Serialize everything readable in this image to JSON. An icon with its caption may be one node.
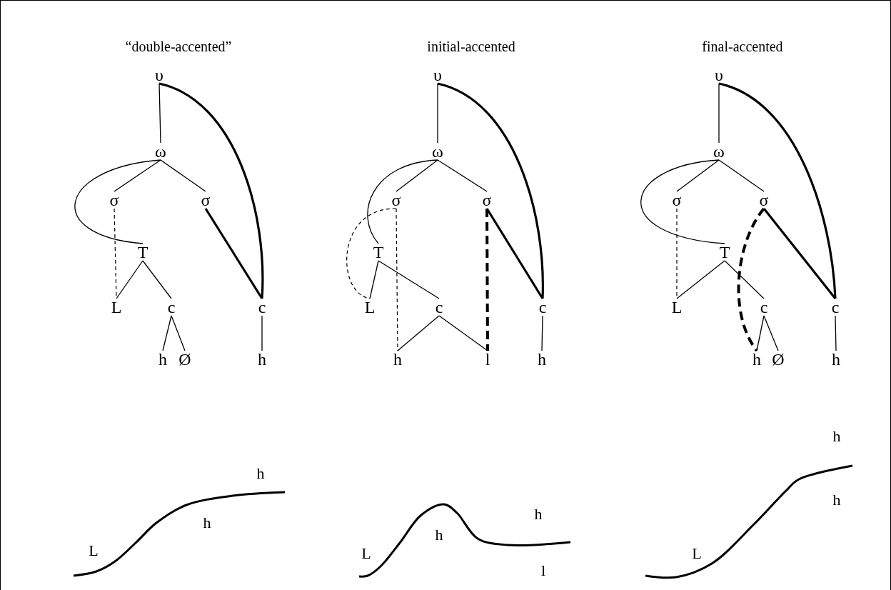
{
  "diagram": {
    "nodes": [
      {
        "text": [
          "υ"
        ]
      },
      {
        "text": [
          "ω"
        ]
      },
      {
        "text": [
          "σ"
        ]
      },
      {
        "text": [
          "σ"
        ]
      },
      {
        "text": [
          "T"
        ]
      },
      {
        "text": [
          "L"
        ]
      },
      {
        "text": [
          "c"
        ]
      },
      {
        "text": [
          "c"
        ]
      },
      {
        "text": [
          "h"
        ]
      },
      {
        "text": [
          "Ø"
        ]
      },
      {
        "text": [
          "h"
        ]
      },
      {
        "text": [
          "υ"
        ]
      },
      {
        "text": [
          "ω"
        ]
      },
      {
        "text": [
          "σ"
        ]
      },
      {
        "text": [
          "σ"
        ]
      },
      {
        "text": [
          "T"
        ]
      },
      {
        "text": [
          "L"
        ]
      },
      {
        "text": [
          "c"
        ]
      },
      {
        "text": [
          "c"
        ]
      },
      {
        "text": [
          "h"
        ]
      },
      {
        "text": [
          "l"
        ]
      },
      {
        "text": [
          "h"
        ]
      },
      {
        "text": [
          "υ"
        ]
      },
      {
        "text": [
          "ω"
        ]
      },
      {
        "text": [
          "σ"
        ]
      },
      {
        "text": [
          "σ"
        ]
      },
      {
        "text": [
          "T"
        ]
      },
      {
        "text": [
          "L"
        ]
      },
      {
        "text": [
          "c"
        ]
      },
      {
        "text": [
          "c"
        ]
      },
      {
        "text": [
          "h"
        ]
      },
      {
        "text": [
          "Ø"
        ]
      },
      {
        "text": [
          "h"
        ]
      }
    ],
    "edges": [
      {
        "from": 0,
        "to": 1,
        "arrow": "none"
      },
      {
        "from": 0,
        "to": 7,
        "arrow": "none",
        "style": "thick"
      },
      {
        "from": 1,
        "to": 2,
        "arrow": "none"
      },
      {
        "from": 1,
        "to": 3,
        "arrow": "none"
      },
      {
        "from": 1,
        "to": 4,
        "arrow": "none"
      },
      {
        "from": 2,
        "to": 5,
        "arrow": "none",
        "style": "dashed"
      },
      {
        "from": 4,
        "to": 5,
        "arrow": "none"
      },
      {
        "from": 4,
        "to": 6,
        "arrow": "none"
      },
      {
        "from": 3,
        "to": 7,
        "arrow": "none",
        "style": "thick"
      },
      {
        "from": 6,
        "to": 8,
        "arrow": "none"
      },
      {
        "from": 6,
        "to": 9,
        "arrow": "none"
      },
      {
        "from": 7,
        "to": 10,
        "arrow": "none"
      },
      {
        "from": 11,
        "to": 12,
        "arrow": "none"
      },
      {
        "from": 11,
        "to": 18,
        "arrow": "none",
        "style": "thick"
      },
      {
        "from": 12,
        "to": 13,
        "arrow": "none"
      },
      {
        "from": 12,
        "to": 14,
        "arrow": "none"
      },
      {
        "from": 12,
        "to": 15,
        "arrow": "none"
      },
      {
        "from": 13,
        "to": 16,
        "arrow": "none",
        "style": "dashed"
      },
      {
        "from": 13,
        "to": 19,
        "arrow": "none",
        "style": "dashed"
      },
      {
        "from": 15,
        "to": 16,
        "arrow": "none"
      },
      {
        "from": 15,
        "to": 17,
        "arrow": "none"
      },
      {
        "from": 14,
        "to": 20,
        "arrow": "none",
        "style": "dashed"
      },
      {
        "from": 14,
        "to": 18,
        "arrow": "none",
        "style": "thick"
      },
      {
        "from": 17,
        "to": 19,
        "arrow": "none"
      },
      {
        "from": 17,
        "to": 20,
        "arrow": "none"
      },
      {
        "from": 18,
        "to": 21,
        "arrow": "none"
      },
      {
        "from": 22,
        "to": 23,
        "arrow": "none"
      },
      {
        "from": 22,
        "to": 29,
        "arrow": "none",
        "style": "thick"
      },
      {
        "from": 23,
        "to": 24,
        "arrow": "none"
      },
      {
        "from": 23,
        "to": 25,
        "arrow": "none"
      },
      {
        "from": 23,
        "to": 26,
        "arrow": "none"
      },
      {
        "from": 24,
        "to": 27,
        "arrow": "none",
        "style": "dashed"
      },
      {
        "from": 26,
        "to": 27,
        "arrow": "none"
      },
      {
        "from": 26,
        "to": 28,
        "arrow": "none"
      },
      {
        "from": 25,
        "to": 30,
        "arrow": "none",
        "style": "dashed"
      },
      {
        "from": 25,
        "to": 29,
        "arrow": "none",
        "style": "thick"
      },
      {
        "from": 28,
        "to": 30,
        "arrow": "none"
      },
      {
        "from": 28,
        "to": 31,
        "arrow": "none"
      },
      {
        "from": 29,
        "to": 32,
        "arrow": "none"
      }
    ],
    "labels": [
      "“double-accented”",
      "initial-accented",
      "final-accented",
      "h",
      "h",
      "L",
      "h",
      "h",
      "L",
      "l",
      "h",
      "h",
      "L"
    ]
  }
}
